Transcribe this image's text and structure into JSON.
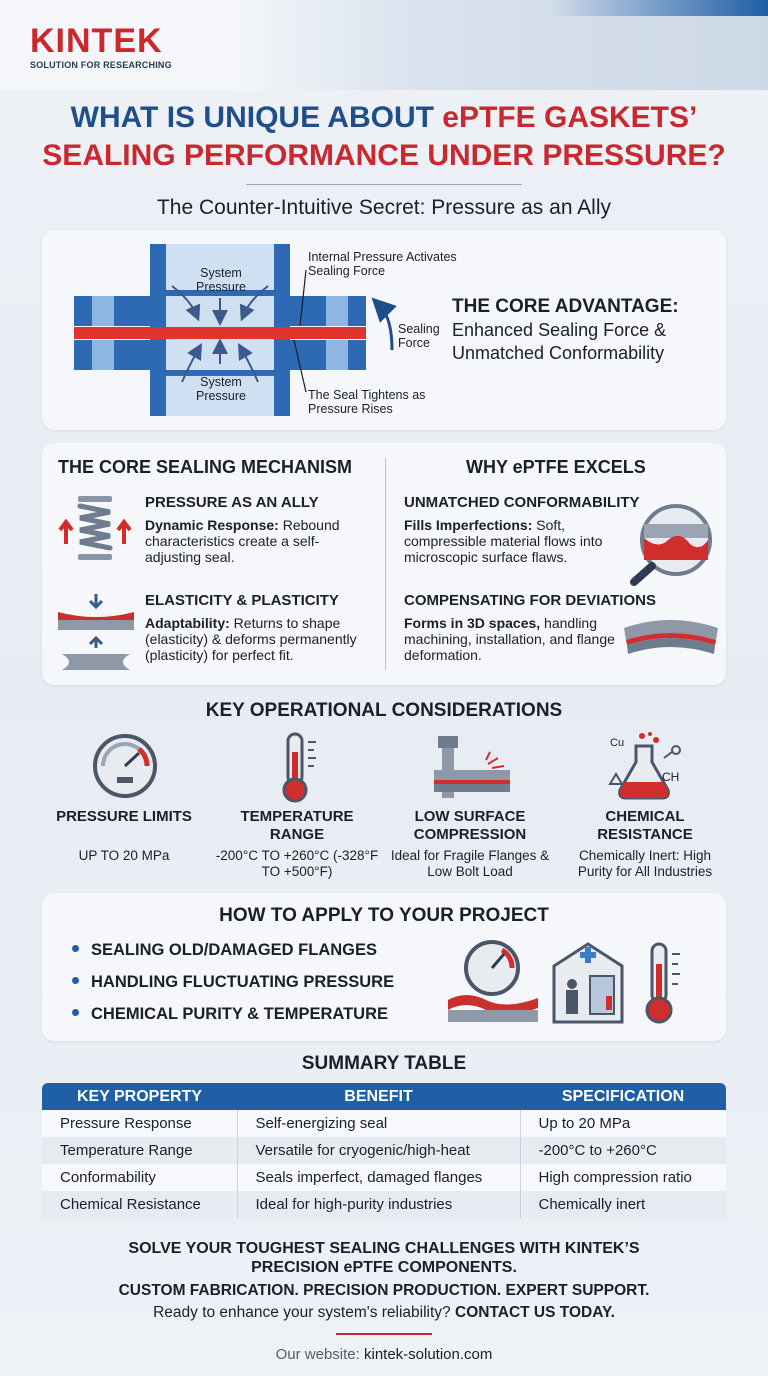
{
  "brand": {
    "name": "KINTEK",
    "tagline": "SOLUTION FOR RESEARCHING",
    "red": "#c8282e",
    "blue": "#1f5fa5"
  },
  "header": {
    "title_line1_prefix": "WHAT IS UNIQUE ABOUT ",
    "title_line1_highlight": "ePTFE GASKETS’",
    "title_line2": "SEALING PERFORMANCE UNDER PRESSURE?",
    "subtitle": "The Counter-Intuitive Secret: Pressure as an Ally"
  },
  "hero": {
    "labels": {
      "system_pressure_top": "System Pressure",
      "system_pressure_bottom": "System Pressure",
      "internal_pressure": "Internal Pressure Activates Sealing Force",
      "sealing_force": "Sealing Force",
      "seal_tightens": "The Seal Tightens as Pressure Rises"
    },
    "advantage_title": "THE CORE ADVANTAGE:",
    "advantage_sub_1": "Enhanced Sealing Force &",
    "advantage_sub_2": "Unmatched Conformability"
  },
  "mechanism": {
    "title": "THE CORE SEALING MECHANISM",
    "items": [
      {
        "title": "PRESSURE AS AN ALLY",
        "lead": "Dynamic Response:",
        "text": " Rebound characteristics create a self-adjusting seal.",
        "icon": "spring-icon"
      },
      {
        "title": "ELASTICITY & PLASTICITY",
        "lead": "Adaptability:",
        "text": " Returns to shape (elasticity) & deforms permanently (plasticity) for perfect fit.",
        "icon": "compression-icon"
      }
    ]
  },
  "excels": {
    "title": "WHY ePTFE EXCELS",
    "items": [
      {
        "title": "UNMATCHED CONFORMABILITY",
        "lead": "Fills Imperfections:",
        "text": " Soft, compressible material flows into microscopic surface flaws.",
        "icon": "magnifier-icon"
      },
      {
        "title": "COMPENSATING FOR DEVIATIONS",
        "lead": "Forms in 3D spaces,",
        "text": " handling machining, installation, and flange deformation.",
        "icon": "curved-gasket-icon"
      }
    ]
  },
  "operations": {
    "title": "KEY OPERATIONAL CONSIDERATIONS",
    "items": [
      {
        "label": "PRESSURE LIMITS",
        "sub": "UP TO 20 MPa",
        "icon": "pressure-gauge-icon"
      },
      {
        "label": "TEMPERATURE RANGE",
        "sub": "-200°C TO +260°C (-328°F TO +500°F)",
        "icon": "thermometer-icon"
      },
      {
        "label": "LOW SURFACE COMPRESSION",
        "sub": "Ideal for Fragile Flanges & Low Bolt Load",
        "icon": "bolt-flange-icon"
      },
      {
        "label": "CHEMICAL RESISTANCE",
        "sub": "Chemically Inert: High Purity for All Industries",
        "icon": "chemistry-flask-icon"
      }
    ],
    "chem_labels": [
      "Cu",
      "CH"
    ]
  },
  "apply": {
    "title": "HOW TO APPLY TO YOUR PROJECT",
    "bullets": [
      "SEALING OLD/DAMAGED FLANGES",
      "HANDLING FLUCTUATING PRESSURE",
      "CHEMICAL PURITY & TEMPERATURE"
    ]
  },
  "summary": {
    "title": "SUMMARY TABLE",
    "headers": [
      "KEY PROPERTY",
      "BENEFIT",
      "SPECIFICATION"
    ],
    "rows": [
      [
        "Pressure Response",
        "Self-energizing seal",
        "Up to 20 MPa"
      ],
      [
        "Temperature Range",
        "Versatile for cryogenic/high-heat",
        "-200°C to +260°C"
      ],
      [
        "Conformability",
        "Seals imperfect, damaged flanges",
        "High compression ratio"
      ],
      [
        "Chemical Resistance",
        "Ideal for high-purity industries",
        "Chemically inert"
      ]
    ]
  },
  "cta": {
    "line1": "SOLVE YOUR TOUGHEST SEALING CHALLENGES WITH KINTEK’S",
    "line2": "PRECISION ePTFE COMPONENTS.",
    "line3": "CUSTOM FABRICATION. PRECISION PRODUCTION. EXPERT SUPPORT.",
    "line4_prefix": "Ready to enhance your system's reliability? ",
    "line4_bold": "CONTACT US TODAY.",
    "website_label": "Our website: ",
    "website": "kintek-solution.com"
  }
}
